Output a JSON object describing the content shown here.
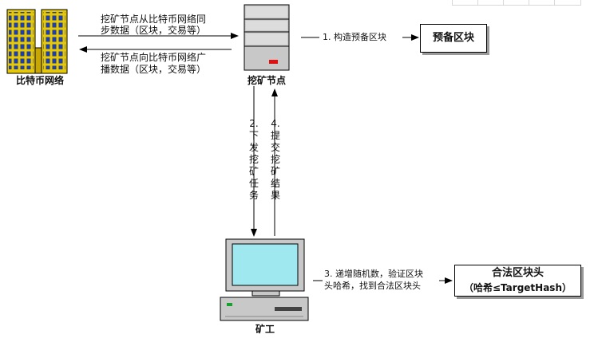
{
  "nodes": {
    "bitcoin_network": "比特币网络",
    "mining_node": "挖矿节点",
    "miner": "矿工"
  },
  "edges": {
    "sync_line1": "挖矿节点从比特币网络同",
    "sync_line2": "步数据（区块，交易等）",
    "broadcast_line1": "挖矿节点向比特币网络广",
    "broadcast_line2": "播数据（区块，交易等）",
    "step1": "1. 构造预备区块",
    "step2_num": "2.",
    "step2_text": "下发挖矿任务",
    "step3_line1": "3. 递增随机数，验证区块",
    "step3_line2": "头哈希，找到合法区块头",
    "step4_num": "4.",
    "step4_text": "提交挖矿结果"
  },
  "boxes": {
    "prepared_block": "预备区块",
    "valid_header_line1": "合法区块头",
    "valid_header_line2": "（哈希≤TargetHash）"
  },
  "colors": {
    "building": "#e8c800",
    "server": "#c8c8c8",
    "server_led": "#e01010",
    "screen": "#9fe8f0",
    "shadow": "#9a9a9a"
  },
  "icons": {
    "network": "office-buildings-icon",
    "node": "server-tower-icon",
    "miner": "desktop-computer-icon"
  }
}
